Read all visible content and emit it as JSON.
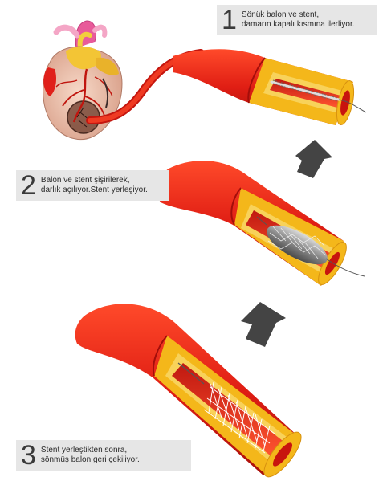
{
  "steps": [
    {
      "number": "1",
      "line1": "Sönük balon ve stent,",
      "line2": "damarın kapalı kısmına ilerliyor."
    },
    {
      "number": "2",
      "line1": "Balon ve stent şişirilerek,",
      "line2": "darlık açılıyor.Stent yerleşiyor."
    },
    {
      "number": "3",
      "line1": "Stent yerleştikten sonra,",
      "line2": "sönmüş balon geri çekiliyor."
    }
  ],
  "colors": {
    "vessel_red": "#e8231d",
    "vessel_dark": "#b3120f",
    "plaque_yellow": "#f6c21b",
    "arrow_gray": "#444444",
    "card_gray": "#e6e6e6"
  }
}
